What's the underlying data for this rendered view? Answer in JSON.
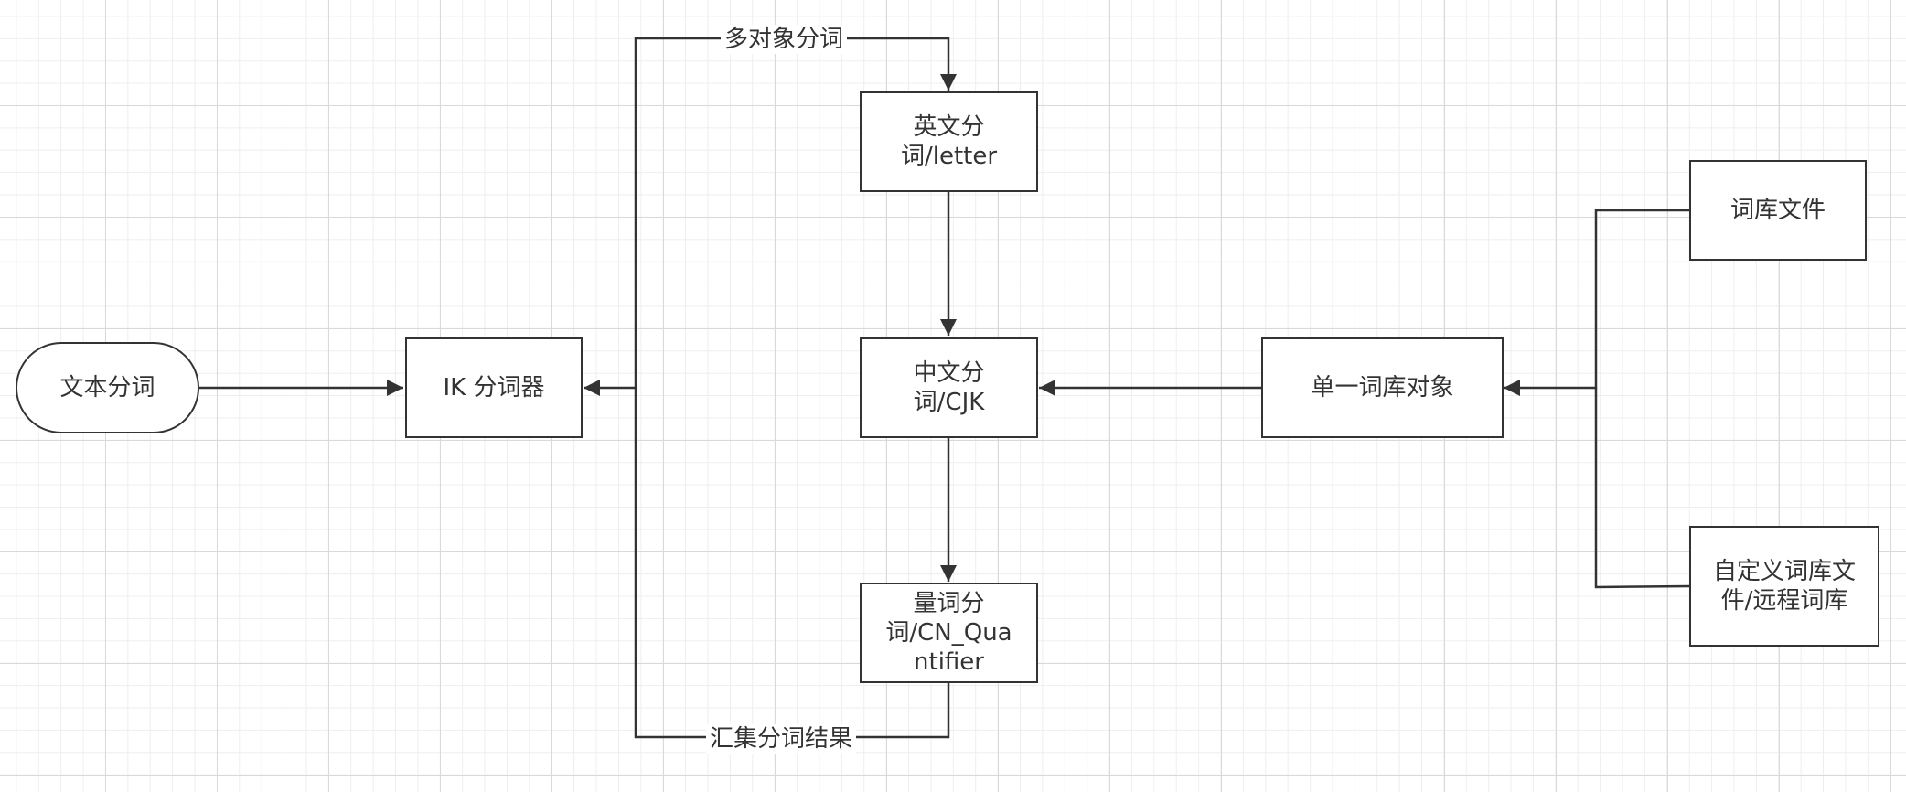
{
  "diagram": {
    "nodes": {
      "text_segmentation": {
        "label": "文本分词",
        "shape": "terminator"
      },
      "ik_segmenter": {
        "label": "IK 分词器",
        "shape": "process"
      },
      "english_segmenter": {
        "label": "英文分\n词/letter",
        "shape": "process"
      },
      "chinese_segmenter": {
        "label": "中文分\n词/CJK",
        "shape": "process"
      },
      "quantifier_segmenter": {
        "label": "量词分\n词/CN_Qua\nntifier",
        "shape": "process"
      },
      "single_dictionary": {
        "label": "单一词库对象",
        "shape": "process"
      },
      "dictionary_file": {
        "label": "词库文件",
        "shape": "process"
      },
      "custom_dictionary": {
        "label": "自定义词库文\n件/远程词库",
        "shape": "process"
      }
    },
    "edge_labels": {
      "multi_object": "多对象分词",
      "collect_results": "汇集分词结果"
    },
    "edges": [
      {
        "from": "text_segmentation",
        "to": "ik_segmenter"
      },
      {
        "from": "ik_segmenter",
        "to": "english_segmenter",
        "label": "multi_object"
      },
      {
        "from": "english_segmenter",
        "to": "chinese_segmenter"
      },
      {
        "from": "chinese_segmenter",
        "to": "quantifier_segmenter"
      },
      {
        "from": "quantifier_segmenter",
        "to": "ik_segmenter",
        "label": "collect_results"
      },
      {
        "from": "single_dictionary",
        "to": "chinese_segmenter"
      },
      {
        "from": "dictionary_file",
        "to": "single_dictionary"
      },
      {
        "from": "custom_dictionary",
        "to": "single_dictionary"
      }
    ],
    "colors": {
      "stroke": "#333333",
      "grid_major": "#d9d9d9",
      "grid_minor": "#eeeeee",
      "background": "#ffffff"
    }
  }
}
